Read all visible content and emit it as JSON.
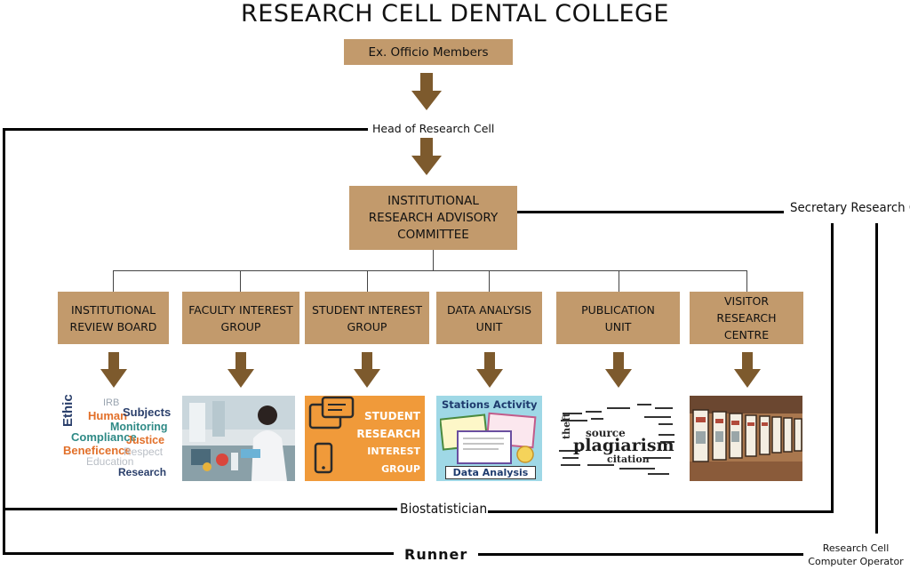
{
  "title": "RESEARCH CELL DENTAL COLLEGE",
  "top_box": "Ex. Officio Members",
  "head": "Head of Research Cell",
  "committee": {
    "line1": "INSTITUTIONAL",
    "line2": "RESEARCH ADVISORY",
    "line3": "COMMITTEE"
  },
  "secretary": "Secretary Research Cell",
  "units": [
    {
      "line1": "INSTITUTIONAL",
      "line2": "REVIEW BOARD"
    },
    {
      "line1": "FACULTY INTEREST",
      "line2": "GROUP"
    },
    {
      "line1": "STUDENT INTEREST",
      "line2": "GROUP"
    },
    {
      "line1": "DATA ANALYSIS",
      "line2": "UNIT"
    },
    {
      "line1": "PUBLICATION",
      "line2": "UNIT"
    },
    {
      "line1": "VISITOR",
      "line2": "RESEARCH CENTRE"
    }
  ],
  "ethics_words": {
    "w1": "Ethics",
    "w2": "IRB",
    "w3": "Human",
    "w4": "Subjects",
    "w5": "Monitoring",
    "w6": "Compliance",
    "w7": "Justice",
    "w8": "Beneficence",
    "w9": "Respect",
    "w10": "Education",
    "w11": "Research"
  },
  "student_panel": {
    "line1": "STUDENT",
    "line2": "RESEARCH",
    "line3": "INTEREST GROUP"
  },
  "data_panel": {
    "top": "Stations Activity",
    "bottom": "Data Analysis"
  },
  "plag_panel": {
    "big": "plagiarism",
    "w1": "theft",
    "w2": "source",
    "w3": "citation"
  },
  "biostatistician": "Biostatistician",
  "runner": "Runner",
  "operator": {
    "line1": "Research Cell",
    "line2": "Computer Operator"
  },
  "colors": {
    "box": "#c29a6c",
    "arrow": "#7d5a2d",
    "orange": "#f09a3a"
  }
}
